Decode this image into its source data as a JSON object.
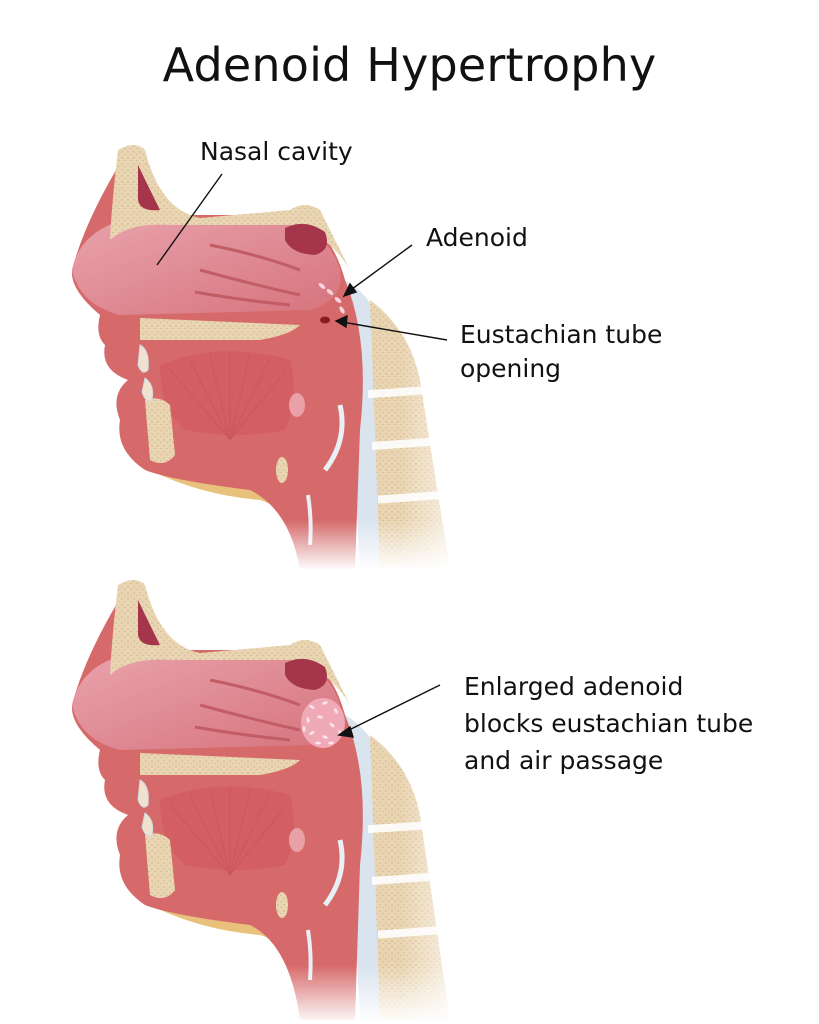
{
  "title": "Adenoid Hypertrophy",
  "panels": [
    {
      "id": "normal",
      "labels": [
        {
          "name": "nasal-cavity",
          "text": "Nasal cavity"
        },
        {
          "name": "adenoid",
          "text": "Adenoid"
        },
        {
          "name": "eustachian-tube-opening",
          "lines": [
            "Eustachian tube",
            "opening"
          ]
        }
      ]
    },
    {
      "id": "enlarged",
      "labels": [
        {
          "name": "enlarged-adenoid",
          "lines": [
            "Enlarged adenoid",
            "blocks eustachian tube",
            "and air passage"
          ]
        }
      ]
    }
  ],
  "colors": {
    "background": "#ffffff",
    "tissue": "#d66a6a",
    "tissue_light": "#e9a0a6",
    "tissue_dark": "#a5354a",
    "bone": "#ead5b2",
    "bone_dots": "#c9ad84",
    "fat": "#e8c27c",
    "cartilage": "#d9e4ef",
    "adenoid": "#f3b8c4",
    "text": "#111111"
  }
}
